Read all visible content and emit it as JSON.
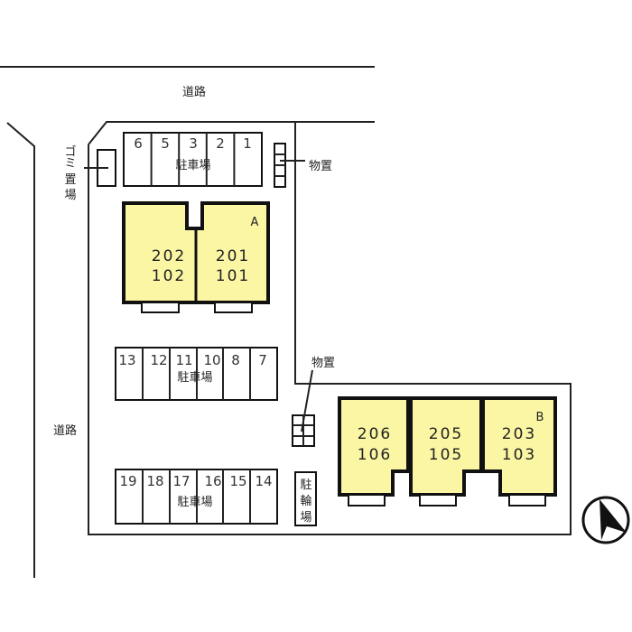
{
  "roads": {
    "top": "道路",
    "left": "道路"
  },
  "garbage": {
    "label": [
      "ゴ",
      "ミ",
      "置",
      "場"
    ]
  },
  "storage_top": {
    "label": "物置"
  },
  "storage_mid": {
    "label": "物置"
  },
  "bicycle": {
    "label": [
      "駐",
      "輪",
      "場"
    ]
  },
  "parking_top": {
    "label": "駐車場",
    "stalls": [
      "6",
      "5",
      "3",
      "2",
      "1"
    ]
  },
  "parking_mid": {
    "label": "駐車場",
    "stalls": [
      "13",
      "12",
      "11",
      "10",
      "8",
      "7"
    ]
  },
  "parking_bot": {
    "label": "駐車場",
    "stalls": [
      "19",
      "18",
      "17",
      "16",
      "15",
      "14"
    ]
  },
  "building_a": {
    "name": "A",
    "units": [
      {
        "upper": "202",
        "lower": "102"
      },
      {
        "upper": "201",
        "lower": "101"
      }
    ]
  },
  "building_b": {
    "name": "B",
    "units": [
      {
        "upper": "206",
        "lower": "106"
      },
      {
        "upper": "205",
        "lower": "105"
      },
      {
        "upper": "203",
        "lower": "103"
      }
    ]
  },
  "colors": {
    "building": "#fbf6a4",
    "line": "#111111"
  }
}
